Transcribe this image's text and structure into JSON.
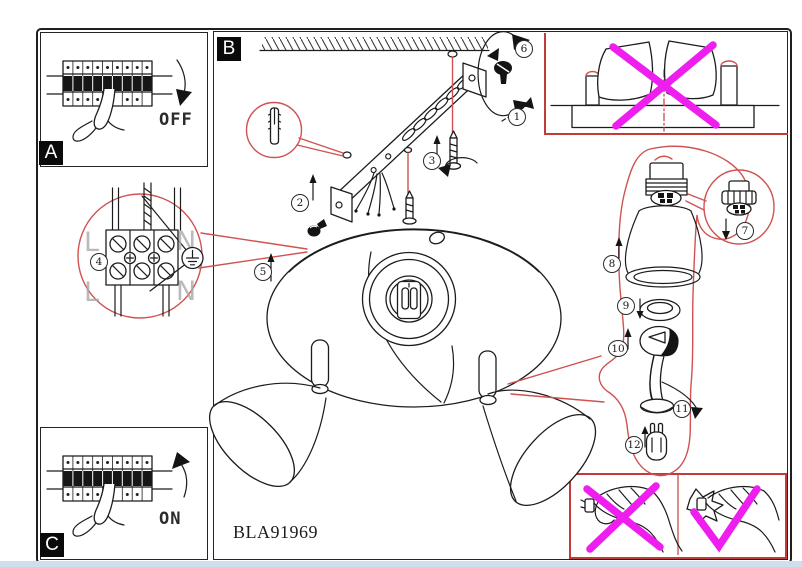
{
  "product_code": "BLA91969",
  "colors": {
    "ink": "#1c1c1c",
    "detail_red": "#d05252",
    "panel_red_border": "#c23a3a",
    "prohibition_magenta": "#ee1fee",
    "letter_gray": "#a9a9a9",
    "footer_strip_blue": "#cfdeed"
  },
  "panels": {
    "a": {
      "label": "A",
      "state_text": "OFF"
    },
    "b": {
      "label": "B"
    },
    "c": {
      "label": "C",
      "state_text": "ON"
    }
  },
  "terminal_detail": {
    "left_top": "L",
    "left_bottom": "L",
    "right_top": "N",
    "right_bottom": "N"
  },
  "steps": [
    {
      "label": "1"
    },
    {
      "label": "2"
    },
    {
      "label": "3"
    },
    {
      "label": "4"
    },
    {
      "label": "5"
    },
    {
      "label": "6"
    },
    {
      "label": "7"
    },
    {
      "label": "8"
    },
    {
      "label": "9"
    },
    {
      "label": "10"
    },
    {
      "label": "11"
    },
    {
      "label": "12"
    }
  ]
}
